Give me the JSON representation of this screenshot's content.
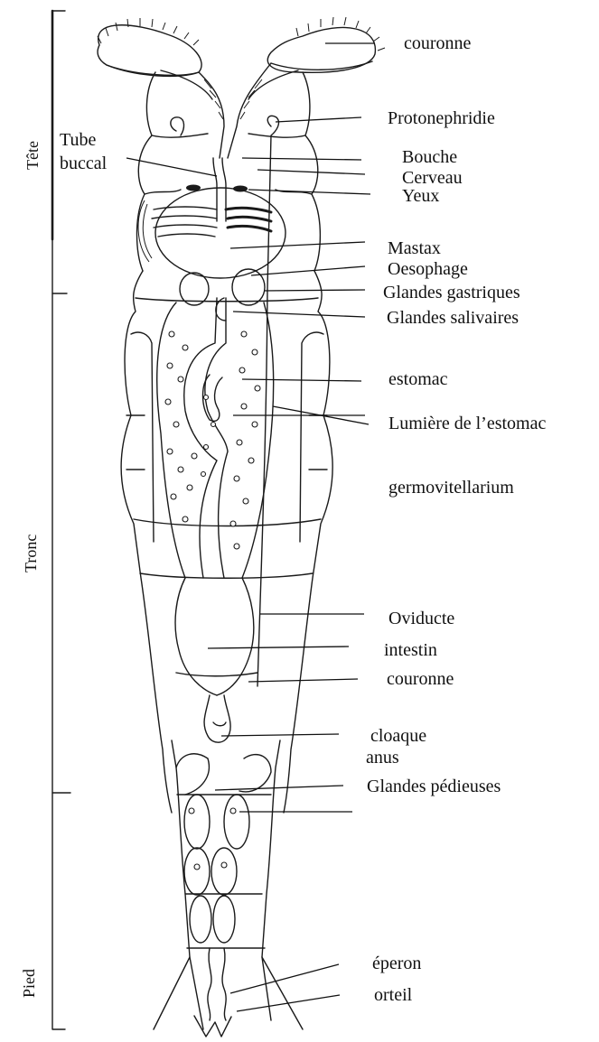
{
  "regions": {
    "head": "Tête",
    "trunk": "Tronc",
    "foot": "Pied"
  },
  "labels": {
    "couronne_top": "couronne",
    "protonephridie": "Protonephridie",
    "tube_buccal_1": "Tube",
    "tube_buccal_2": "buccal",
    "bouche": "Bouche",
    "cerveau": "Cerveau",
    "yeux": "Yeux",
    "mastax": "Mastax",
    "oesophage": "Oesophage",
    "glandes_gastriques": "Glandes gastriques",
    "glandes_salivaires": "Glandes  salivaires",
    "estomac": "estomac",
    "lumiere": "Lumière de l’estomac",
    "germovitellarium": "germovitellarium",
    "oviducte": "Oviducte",
    "intestin": "intestin",
    "couronne_bottom": "couronne",
    "cloaque": "cloaque",
    "anus": "anus",
    "glandes_pedieuses": "Glandes pédieuses",
    "eperon": "éperon",
    "orteil": "orteil"
  }
}
